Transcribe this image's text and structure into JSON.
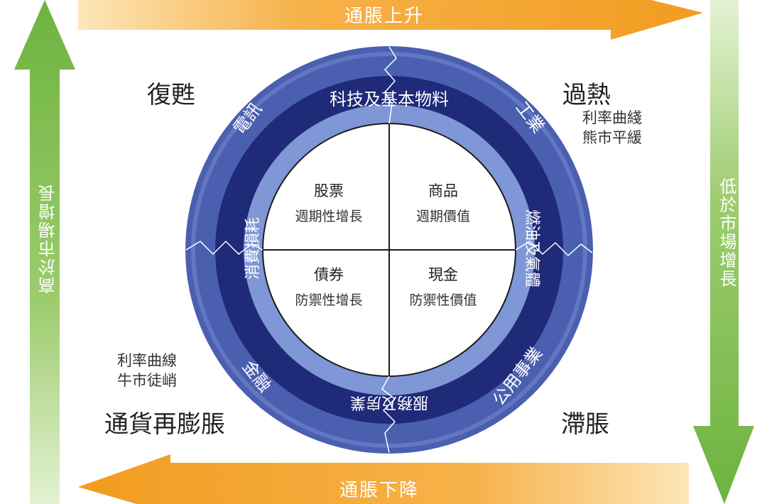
{
  "arrows": {
    "top": "通脹上升",
    "bottom": "通脹下降",
    "left": "高於市場增長",
    "right": "低於市場增長"
  },
  "phases": {
    "top_left": "復甦",
    "top_right": "過熱",
    "bottom_left": "通貨再膨脹",
    "bottom_right": "滯脹"
  },
  "notes": {
    "top_right_line1": "利率曲綫",
    "top_right_line2": "熊市平緩",
    "bottom_left_line1": "利率曲線",
    "bottom_left_line2": "牛市徒峭"
  },
  "sectors": {
    "tech": "科技及基本物料",
    "telecom": "電訊",
    "industrial": "工業",
    "energy": "燃油及氣體",
    "consumer_goods": "消費損耗",
    "utilities": "公用事業",
    "finance": "金融",
    "services": "服務及房業"
  },
  "quadrants": {
    "stocks_title": "股票",
    "stocks_desc": "週期性增長",
    "commodities_title": "商品",
    "commodities_desc": "週期價值",
    "bonds_title": "債券",
    "bonds_desc": "防禦性增長",
    "cash_title": "現金",
    "cash_desc": "防禦性價值"
  },
  "colors": {
    "orange": "#f29c1f",
    "green": "#6db33f",
    "ring_outer": "#4a5fb0",
    "ring_dark": "#1f2a78",
    "ring_light": "#7f97d6"
  }
}
